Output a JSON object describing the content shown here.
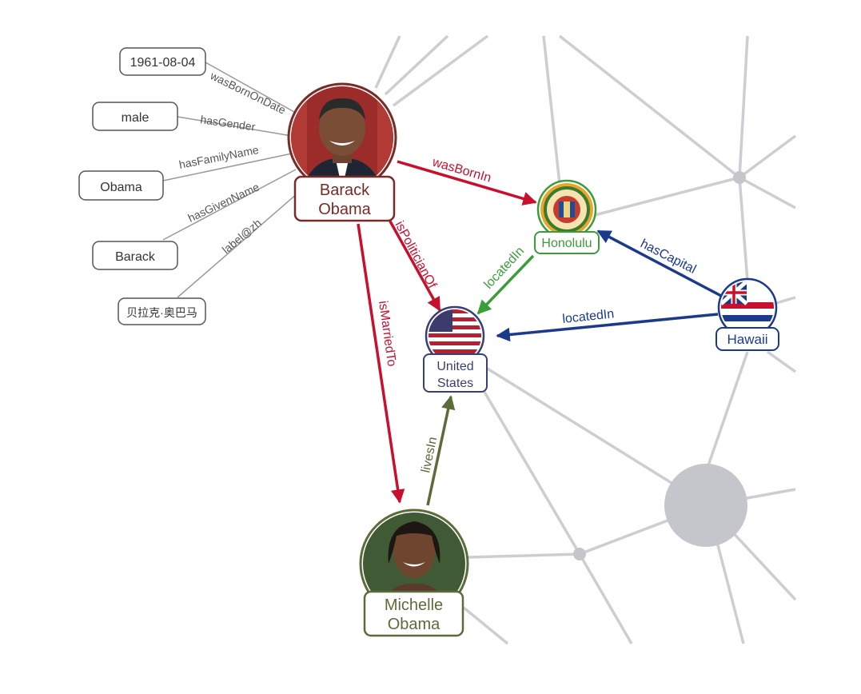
{
  "colors": {
    "obama": "#7a2a26",
    "red_edge": "#c8102e",
    "honolulu": "#3a9d3a",
    "blue": "#1b3a8c",
    "michelle": "#5c6b3a",
    "us": "#3a3f73",
    "gray_line": "#cdced3",
    "gray_node": "#c5c6cb"
  },
  "nodes": {
    "obama": {
      "line1": "Barack",
      "line2": "Obama",
      "icon": "portrait-photo"
    },
    "honolulu": {
      "label": "Honolulu",
      "icon": "city-seal"
    },
    "us": {
      "line1": "United",
      "line2": "States",
      "icon": "us-flag"
    },
    "hawaii": {
      "label": "Hawaii",
      "icon": "hawaii-flag"
    },
    "michelle": {
      "line1": "Michelle",
      "line2": "Obama",
      "icon": "portrait-photo"
    }
  },
  "literals": {
    "birthdate": "1961-08-04",
    "gender": "male",
    "family_name": "Obama",
    "given_name": "Barack",
    "zh_label": "贝拉克·奥巴马"
  },
  "attributes": {
    "wasBornOnDate": "wasBornOnDate",
    "hasGender": "hasGender",
    "hasFamilyName": "hasFamilyName",
    "hasGivenName": "hasGivenName",
    "label_zh": "label@zh"
  },
  "edges": {
    "wasBornIn": "wasBornIn",
    "isPoliticianOf": "isPoliticianOf",
    "isMarriedTo": "isMarriedTo",
    "locatedIn_honolulu": "locatedIn",
    "hasCapital": "hasCapital",
    "locatedIn_hawaii": "locatedIn",
    "livesIn": "livesIn"
  }
}
